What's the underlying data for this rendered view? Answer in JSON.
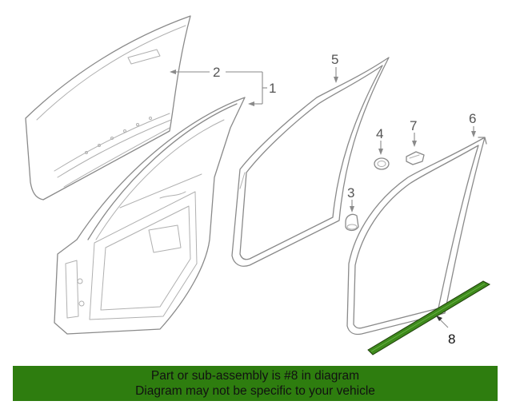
{
  "callouts": {
    "c1": "1",
    "c2": "2",
    "c3": "3",
    "c4": "4",
    "c5": "5",
    "c6": "6",
    "c7": "7",
    "c8": "8"
  },
  "colors": {
    "banner_bg": "#2e7d0f",
    "highlight_part": "#3e8a1c",
    "line_art": "#8a8a8a"
  },
  "banner": {
    "line1": "Part or sub-assembly is #8 in diagram",
    "line2": "Diagram may not be specific to your vehicle"
  }
}
